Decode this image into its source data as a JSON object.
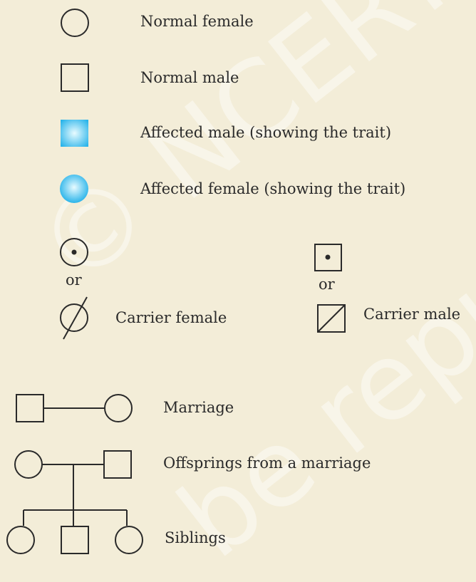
{
  "labels": {
    "normal_female": "Normal female",
    "normal_male": "Normal male",
    "affected_male": "Affected male (showing the trait)",
    "affected_female": "Affected female (showing the trait)",
    "or_female": "or",
    "or_male": "or",
    "carrier_female": "Carrier female",
    "carrier_male": "Carrier male",
    "marriage": "Marriage",
    "offsprings": "Offsprings from a marriage",
    "siblings": "Siblings"
  },
  "watermark": {
    "line1": "© NCERT",
    "line2": "be repub"
  },
  "colors": {
    "background": "#f3edd8",
    "stroke": "#2a2a2a",
    "affected_light": "#e8fbff",
    "affected_dark": "#2ab4ea"
  }
}
